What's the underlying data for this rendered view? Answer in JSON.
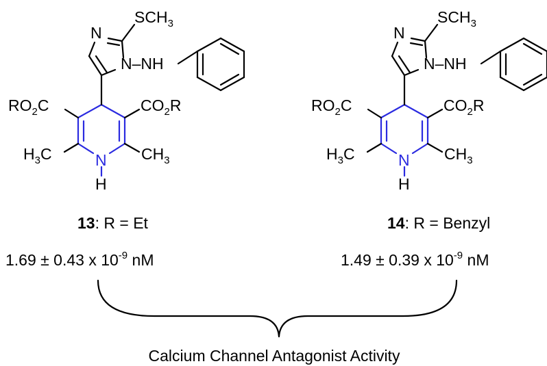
{
  "colors": {
    "atoms": "#000000",
    "dihydropyridine_ring": "#2a2ae0",
    "background": "#ffffff"
  },
  "atoms": {
    "sch3": "SCH3",
    "n_ring": "N",
    "nh_link": "N–NH",
    "nh_dhp": "N",
    "h_dhp": "H",
    "ro2c": "RO2C",
    "co2r": "CO2R",
    "h3c": "H3C",
    "ch3": "CH3"
  },
  "compounds": [
    {
      "number": "13",
      "r_label": ": R = Et",
      "activity_value": "1.69 ± 0.43 x 10",
      "activity_exponent": "-9",
      "activity_unit": " nM"
    },
    {
      "number": "14",
      "r_label": ": R = Benzyl",
      "activity_value": "1.49 ± 0.39 x 10",
      "activity_exponent": "-9",
      "activity_unit": " nM"
    }
  ],
  "caption": "Calcium Channel Antagonist Activity"
}
